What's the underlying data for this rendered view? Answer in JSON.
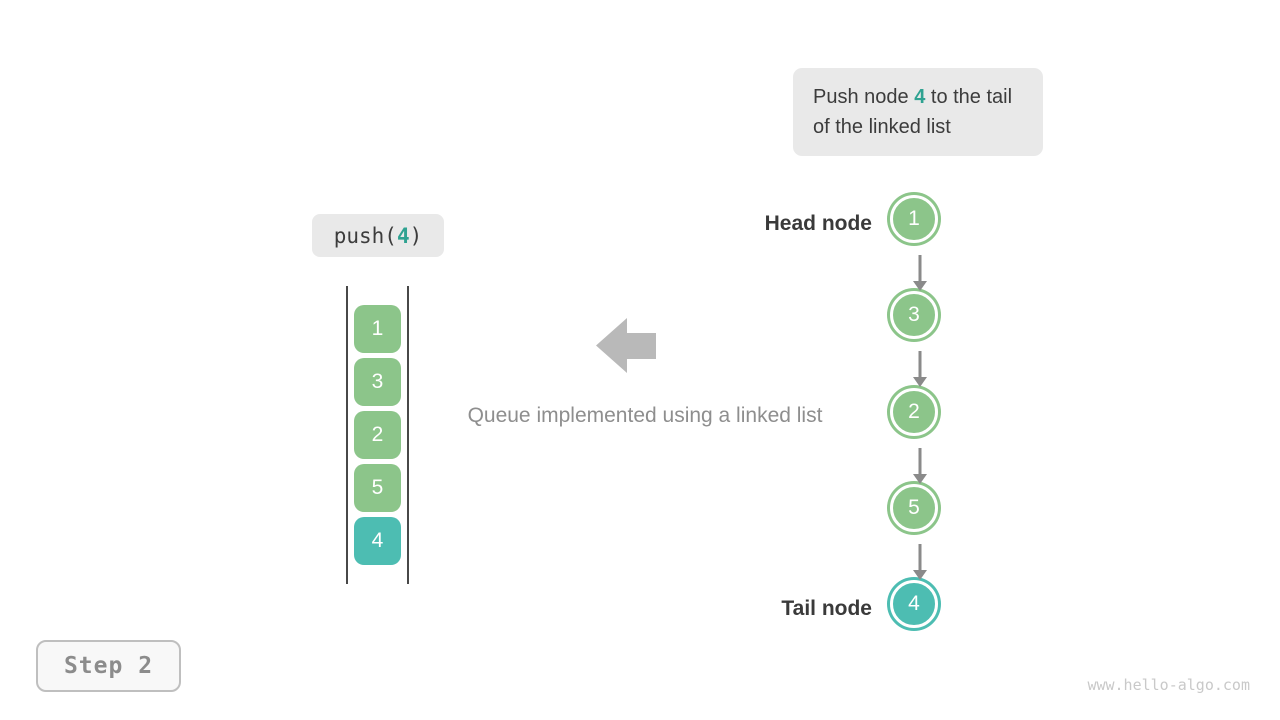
{
  "colors": {
    "boxBg": "#e9e9e9",
    "darkText": "#3c3c3c",
    "tealText": "#2fa291",
    "green": "#8cc58a",
    "teal": "#4dbdb2",
    "lineDark": "#484848",
    "arrowGray": "#b9b9b9",
    "grayText": "#8e8e8e",
    "stepText": "#8c8c8c",
    "watermarkColor": "#c9c9c9",
    "nodeArrow": "#8a8a8a"
  },
  "callout": {
    "prefix": "Push node ",
    "highlight": "4",
    "suffix": " to the tail of the linked list"
  },
  "push_label": {
    "prefix": "push(",
    "arg": "4",
    "suffix": ")"
  },
  "queue": {
    "items": [
      {
        "value": "1",
        "highlight": false
      },
      {
        "value": "3",
        "highlight": false
      },
      {
        "value": "2",
        "highlight": false
      },
      {
        "value": "5",
        "highlight": false
      },
      {
        "value": "4",
        "highlight": true
      }
    ]
  },
  "arrow_caption": "Queue implemented using a linked list",
  "labels": {
    "head": "Head node",
    "tail": "Tail node"
  },
  "list": {
    "nodes": [
      {
        "value": "1",
        "highlight": false
      },
      {
        "value": "3",
        "highlight": false
      },
      {
        "value": "2",
        "highlight": false
      },
      {
        "value": "5",
        "highlight": false
      },
      {
        "value": "4",
        "highlight": true
      }
    ]
  },
  "step_badge": "Step 2",
  "watermark": "www.hello-algo.com"
}
